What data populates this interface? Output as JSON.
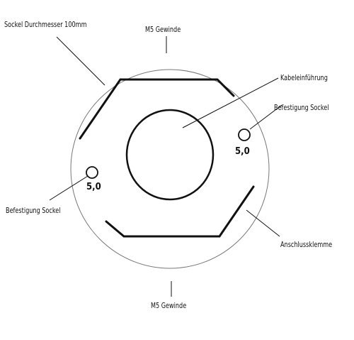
{
  "labels": {
    "sockel_diameter": "Sockel Durchmesser 100mm",
    "m5_top": "M5 Gewinde",
    "cable_entry": "Kabeleinführung",
    "mount_right": "Befestigung Sockel",
    "mount_left": "Befestigung Sockel",
    "terminal": "Anschlussklemme",
    "m5_bottom": "M5 Gewinde",
    "hole_right_size": "5,0",
    "hole_left_size": "5,0"
  }
}
